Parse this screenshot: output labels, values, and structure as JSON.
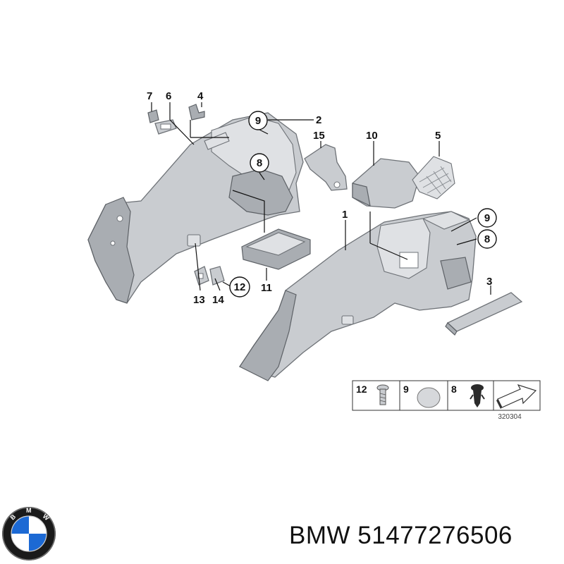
{
  "diagram": {
    "callouts": [
      {
        "label": "7"
      },
      {
        "label": "6"
      },
      {
        "label": "4"
      },
      {
        "label": "9"
      },
      {
        "label": "2"
      },
      {
        "label": "15"
      },
      {
        "label": "10"
      },
      {
        "label": "5"
      },
      {
        "label": "8"
      },
      {
        "label": "1"
      },
      {
        "label": "9"
      },
      {
        "label": "8"
      },
      {
        "label": "11"
      },
      {
        "label": "12"
      },
      {
        "label": "13"
      },
      {
        "label": "14"
      },
      {
        "label": "3"
      }
    ],
    "legend": {
      "items": [
        {
          "label": "12",
          "icon": "bolt-icon"
        },
        {
          "label": "9",
          "icon": "cap-icon"
        },
        {
          "label": "8",
          "icon": "clip-icon"
        },
        {
          "label": "",
          "icon": "arrow-tab-icon"
        }
      ],
      "diagram_number": "320304"
    }
  },
  "footer": {
    "logo": "BMW",
    "brand_text": "BMW 51477276506"
  },
  "colors": {
    "part_fill": "#c9ccd0",
    "outline": "#6e7277",
    "text": "#111111"
  }
}
